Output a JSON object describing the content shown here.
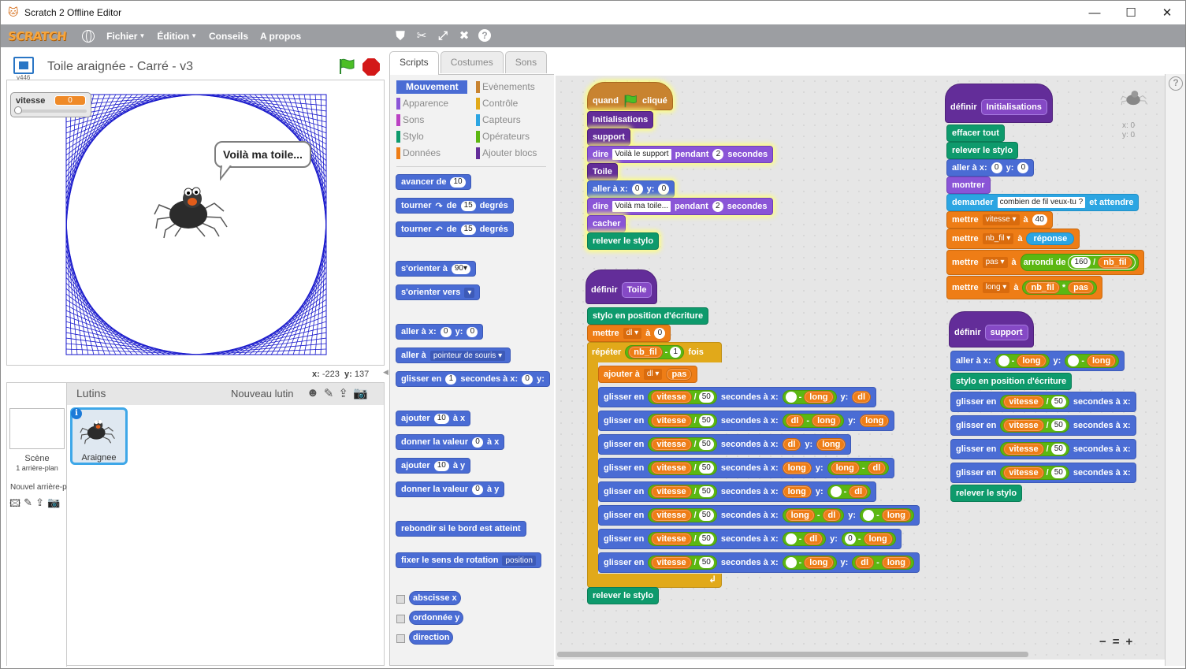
{
  "window": {
    "title": "Scratch 2 Offline Editor",
    "min": "—",
    "max": "☐",
    "close": "✕"
  },
  "menubar": {
    "logo": "SCRATCH",
    "items": [
      "Fichier",
      "Édition",
      "Conseils",
      "A propos"
    ]
  },
  "stage": {
    "project_title": "Toile araignée - Carré - v3",
    "version": "v446",
    "var_name": "vitesse",
    "var_value": "0",
    "var_slider_level": 0,
    "bubble": "Voilà ma toile...",
    "mouse_x_label": "x:",
    "mouse_x": "-223",
    "mouse_y_label": "y:",
    "mouse_y": "137"
  },
  "sprites": {
    "header": "Lutins",
    "new_sprite": "Nouveau lutin",
    "scene_label": "Scène",
    "scene_sub": "1 arrière-plan",
    "new_backdrop": "Nouvel arrière-p",
    "sprite_name": "Araignee"
  },
  "tabs": [
    "Scripts",
    "Costumes",
    "Sons"
  ],
  "palette": {
    "categories": [
      {
        "label": "Mouvement",
        "color": "#4a6cd4"
      },
      {
        "label": "Evènements",
        "color": "#c88330"
      },
      {
        "label": "Apparence",
        "color": "#8a55d7"
      },
      {
        "label": "Contrôle",
        "color": "#e1a91a"
      },
      {
        "label": "Sons",
        "color": "#bb42c3"
      },
      {
        "label": "Capteurs",
        "color": "#2ca5e2"
      },
      {
        "label": "Stylo",
        "color": "#0e9a6c"
      },
      {
        "label": "Opérateurs",
        "color": "#5cb712"
      },
      {
        "label": "Données",
        "color": "#ee7d16"
      },
      {
        "label": "Ajouter blocs",
        "color": "#632d99"
      }
    ],
    "blocks": {
      "b1": [
        "avancer de",
        "10"
      ],
      "b2": [
        "tourner",
        "de",
        "15",
        "degrés"
      ],
      "b3": [
        "tourner",
        "de",
        "15",
        "degrés"
      ],
      "b4": [
        "s'orienter à",
        "90▾"
      ],
      "b5": [
        "s'orienter vers",
        "▾"
      ],
      "b6": [
        "aller à x:",
        "0",
        "y:",
        "0"
      ],
      "b7": [
        "aller à",
        "pointeur de souris ▾"
      ],
      "b8": [
        "glisser en",
        "1",
        "secondes à x:",
        "0",
        "y:"
      ],
      "b9": [
        "ajouter",
        "10",
        "à x"
      ],
      "b10": [
        "donner la valeur",
        "0",
        "à x"
      ],
      "b11": [
        "ajouter",
        "10",
        "à y"
      ],
      "b12": [
        "donner la valeur",
        "0",
        "à y"
      ],
      "b13": [
        "rebondir si le bord est atteint"
      ],
      "b14": [
        "fixer le sens de rotation",
        "position"
      ],
      "r1": "abscisse x",
      "r2": "ordonnée y",
      "r3": "direction"
    }
  },
  "scripts": {
    "main": {
      "hat": [
        "quand",
        "cliqué"
      ],
      "s1": "Initialisations",
      "s2": "support",
      "s3": [
        "dire",
        "Voilà le support",
        "pendant",
        "2",
        "secondes"
      ],
      "s4": "Toile",
      "s5": [
        "aller à x:",
        "0",
        "y:",
        "0"
      ],
      "s6": [
        "dire",
        "Voilà ma toile...",
        "pendant",
        "2",
        "secondes"
      ],
      "s7": "cacher",
      "s8": "relever le stylo"
    },
    "toile": {
      "hat": [
        "définir",
        "Toile"
      ],
      "t1": "stylo en position d'écriture",
      "t2": [
        "mettre",
        "dl ▾",
        "à",
        "0"
      ],
      "rep": [
        "répéter",
        "nb_fil",
        "-",
        "1",
        "fois"
      ],
      "t3": [
        "ajouter à",
        "dl ▾",
        "pas"
      ],
      "glide_words": [
        "glisser en",
        "vitesse",
        "/",
        "50",
        "secondes à x:",
        "y:"
      ],
      "g1x": [
        "",
        "-",
        "long"
      ],
      "g1y": [
        "dl"
      ],
      "g2x": [
        "dl",
        "-",
        "long"
      ],
      "g2y": [
        "long"
      ],
      "g3x": [
        "dl"
      ],
      "g3y": [
        "long"
      ],
      "g4x": [
        "long"
      ],
      "g4y": [
        "long",
        "-",
        "dl"
      ],
      "g5x": [
        "long"
      ],
      "g5y": [
        "",
        "-",
        "dl"
      ],
      "g6x": [
        "long",
        "-",
        "dl"
      ],
      "g6y": [
        "",
        "-",
        "long"
      ],
      "g7x": [
        "",
        "-",
        "dl"
      ],
      "g7y": [
        "0",
        "-",
        "long"
      ],
      "g8x": [
        "",
        "-",
        "long"
      ],
      "g8y": [
        "dl",
        "-",
        "long"
      ],
      "t4": "relever le stylo"
    },
    "init": {
      "hat": [
        "définir",
        "Initialisations"
      ],
      "i1": "effacer tout",
      "i2": "relever le stylo",
      "i3": [
        "aller à x:",
        "0",
        "y:",
        "0"
      ],
      "i4": "montrer",
      "i5": [
        "demander",
        "combien de fil veux-tu ?",
        "et attendre"
      ],
      "i6": [
        "mettre",
        "vitesse ▾",
        "à",
        "40"
      ],
      "i7": [
        "mettre",
        "nb_fil ▾",
        "à",
        "réponse"
      ],
      "i8": [
        "mettre",
        "pas ▾",
        "à",
        "arrondi de",
        "160",
        "/",
        "nb_fil"
      ],
      "i9": [
        "mettre",
        "long ▾",
        "à",
        "nb_fil",
        "*",
        "pas"
      ]
    },
    "support": {
      "hat": [
        "définir",
        "support"
      ],
      "p1": [
        "aller à x:",
        "",
        "-",
        "long",
        "y:",
        "",
        "-",
        "long"
      ],
      "p2": "stylo en position d'écriture",
      "glide_words": [
        "glisser en",
        "vitesse",
        "/",
        "50",
        "secondes à x:"
      ],
      "p3": "relever le stylo"
    },
    "sprite_xy": [
      "x: 0",
      "y: 0"
    ],
    "zoom": [
      "−",
      "=",
      "+"
    ]
  }
}
